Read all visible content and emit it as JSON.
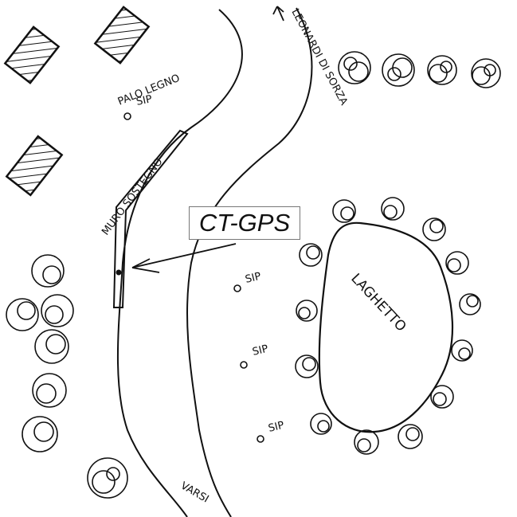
{
  "map": {
    "labels": {
      "road_north": "LEONARDI DI SORZA",
      "road_south": "VARSI",
      "wall": "MURO SOSTEGNO",
      "post": "PALO LEGNO",
      "lake": "LAGHETTO"
    },
    "sip_label": "SIP",
    "sip_markers": [
      "SIP",
      "SIP",
      "SIP",
      "SIP"
    ],
    "callout": "CT-GPS",
    "icons": {
      "building": "hatched-building-icon",
      "tree": "tree-scribble-icon",
      "sip": "sip-point-icon"
    }
  }
}
